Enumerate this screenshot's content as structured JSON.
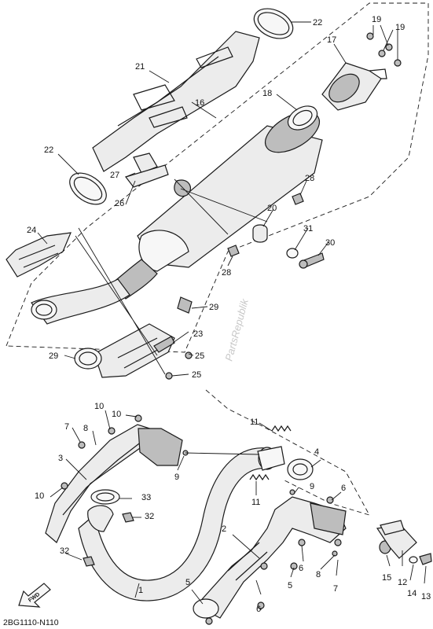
{
  "diagram": {
    "code": "2BG1110-N110",
    "watermark": "PartsRepublik",
    "fwd_label": "FWD",
    "callouts": {
      "c1": "1",
      "c2": "2",
      "c3": "3",
      "c4": "4",
      "c5a": "5",
      "c5b": "5",
      "c6a": "6",
      "c6b": "6",
      "c6c": "6",
      "c7a": "7",
      "c7b": "7",
      "c8a": "8",
      "c8b": "8",
      "c9a": "9",
      "c9b": "9",
      "c10a": "10",
      "c10b": "10",
      "c10c": "10",
      "c11a": "11",
      "c11b": "11",
      "c12": "12",
      "c13": "13",
      "c14": "14",
      "c15": "15",
      "c16": "16",
      "c17": "17",
      "c18": "18",
      "c19a": "19",
      "c19b": "19",
      "c20": "20",
      "c21": "21",
      "c22a": "22",
      "c22b": "22",
      "c23": "23",
      "c24": "24",
      "c25a": "25",
      "c25b": "25",
      "c26": "26",
      "c27": "27",
      "c28a": "28",
      "c28b": "28",
      "c29a": "29",
      "c29b": "29",
      "c30": "30",
      "c31": "31",
      "c32a": "32",
      "c32b": "32",
      "c33": "33"
    }
  }
}
